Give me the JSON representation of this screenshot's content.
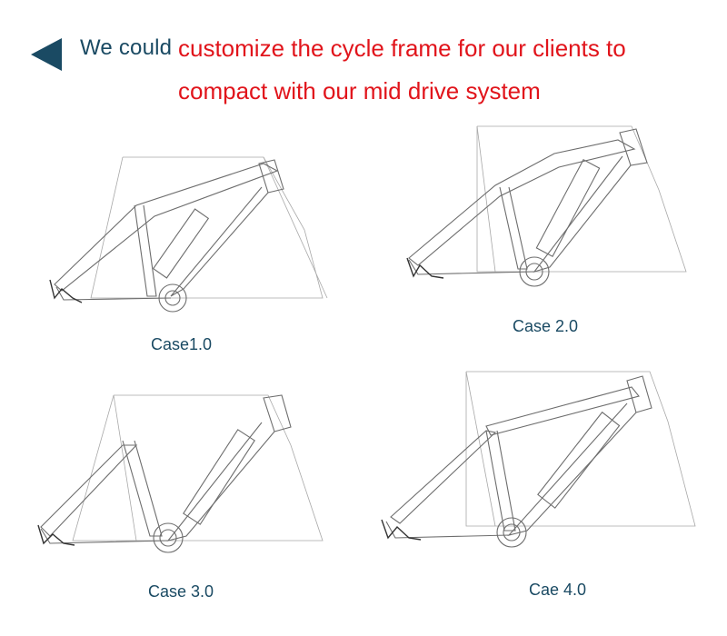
{
  "header": {
    "lead_text": "We could",
    "headline": "customize the cycle frame for our clients to compact with our mid drive system",
    "lead_color": "#1a4a63",
    "headline_color": "#e1141b",
    "icon": "triangle-left-icon"
  },
  "cases": [
    {
      "caption": "Case1.0"
    },
    {
      "caption": "Case 2.0"
    },
    {
      "caption": "Case 3.0"
    },
    {
      "caption": "Cae 4.0"
    }
  ]
}
